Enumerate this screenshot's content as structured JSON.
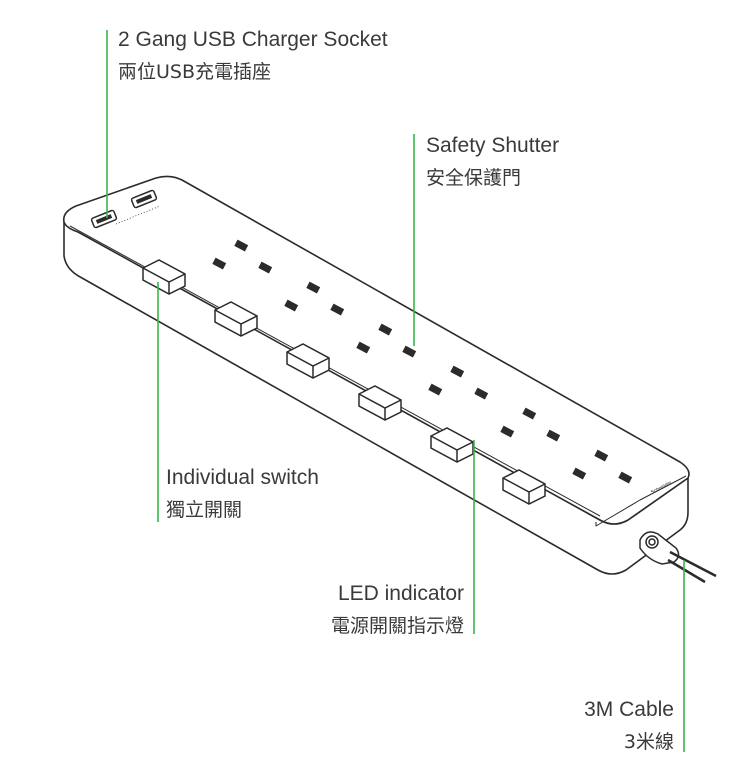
{
  "callouts": {
    "usb": {
      "en": "2 Gang USB Charger Socket",
      "zh": "兩位USB充電插座"
    },
    "shutter": {
      "en": "Safety Shutter",
      "zh": "安全保護門"
    },
    "switch": {
      "en": "Individual switch",
      "zh": "獨立開關"
    },
    "led": {
      "en": "LED indicator",
      "zh": "電源開關指示燈"
    },
    "cable": {
      "en": "3M Cable",
      "zh": "3米線"
    }
  },
  "product": {
    "usb_port_count": 2,
    "socket_count": 6,
    "brand_mark": "Schneider"
  },
  "colors": {
    "leader_line": "#3bb54a",
    "outline": "#2b2b2b",
    "fill": "#ffffff"
  }
}
